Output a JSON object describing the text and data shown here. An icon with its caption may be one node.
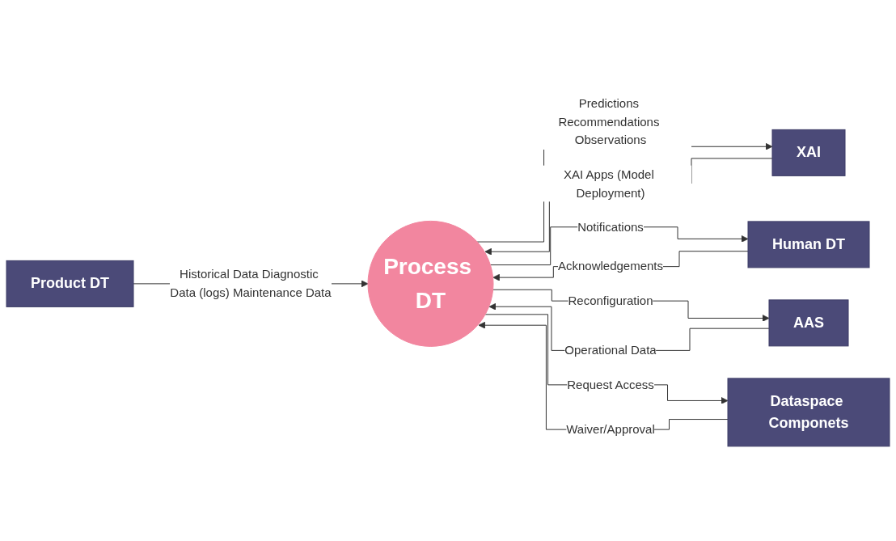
{
  "diagram": {
    "nodes": [
      {
        "text": [
          "Product DT"
        ]
      },
      {
        "text": [
          "XAI"
        ]
      },
      {
        "text": [
          "Process DT"
        ]
      },
      {
        "text": [
          "Human DT"
        ]
      },
      {
        "text": [
          "AAS"
        ]
      },
      {
        "text": [
          "Dataspace Componets"
        ]
      }
    ],
    "edges": [
      {
        "from": 0,
        "to": 2,
        "arrow": "to",
        "label": "Historical Data Diagnostic Data (logs) Maintenance Data"
      },
      {
        "from": 2,
        "to": 1,
        "arrow": "to",
        "label": "Predictions Recommendations Observations"
      },
      {
        "from": 1,
        "to": 2,
        "arrow": "to",
        "label": "XAI Apps (Model Deployment)"
      },
      {
        "from": 2,
        "to": 3,
        "arrow": "to",
        "label": "Notifications"
      },
      {
        "from": 3,
        "to": 2,
        "arrow": "to",
        "label": "Acknowledgements"
      },
      {
        "from": 4,
        "to": 2,
        "arrow": "to",
        "label": "Operational Data"
      },
      {
        "from": 2,
        "to": 4,
        "arrow": "to",
        "label": "Reconfiguration"
      },
      {
        "from": 2,
        "to": 5,
        "arrow": "to",
        "label": "Request Access"
      },
      {
        "from": 5,
        "to": 2,
        "arrow": "to",
        "label": "Waiver/Approval"
      }
    ]
  }
}
